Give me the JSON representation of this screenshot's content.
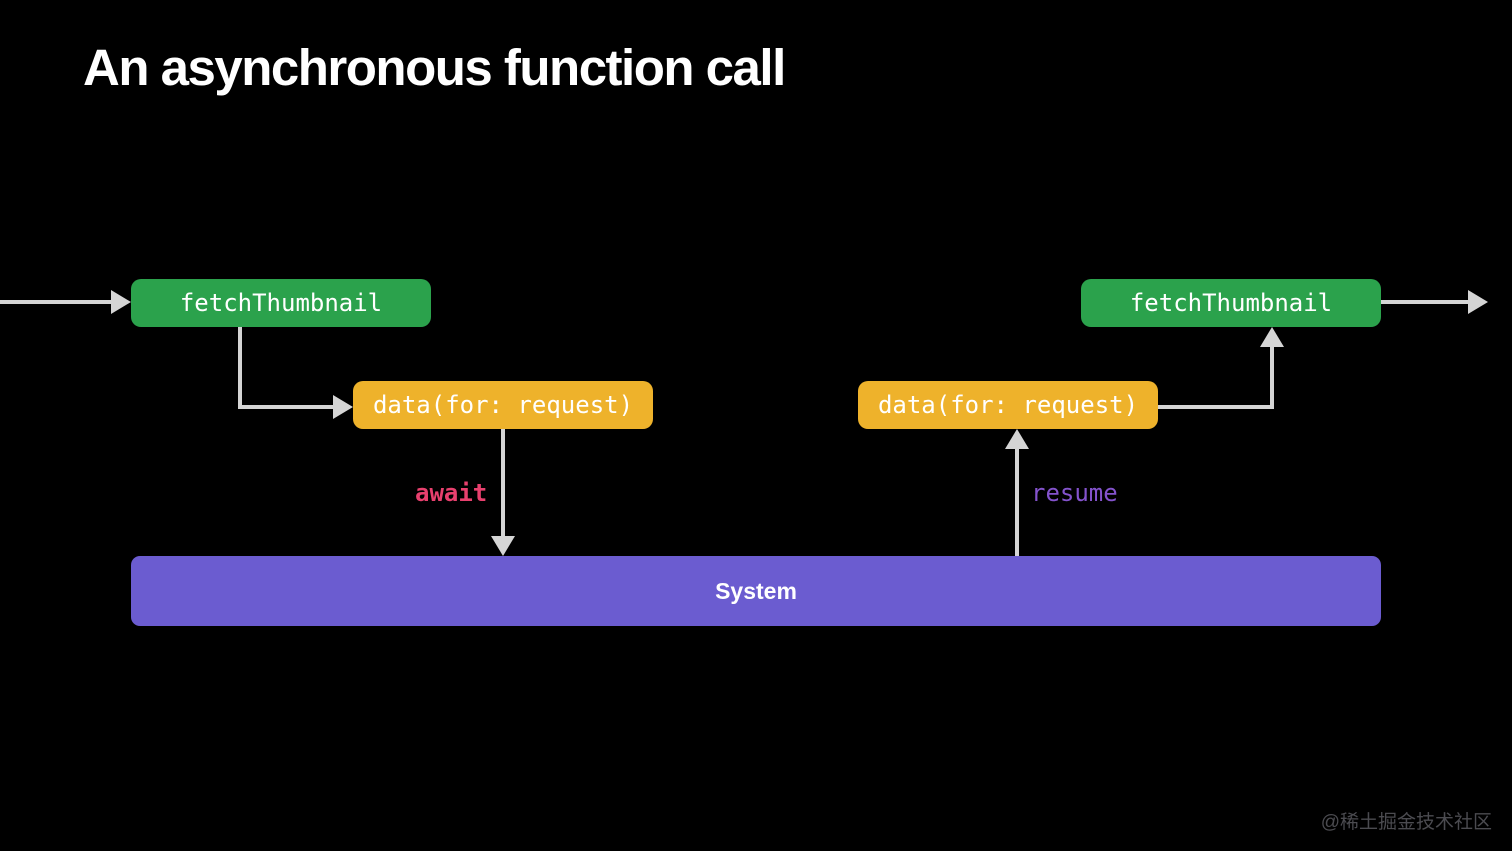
{
  "slide": {
    "title": "An asynchronous function call",
    "watermark": "@稀土掘金技术社区"
  },
  "diagram": {
    "caller_in": {
      "label": "fetchThumbnail"
    },
    "call_out": {
      "label": "data(for: request)"
    },
    "suspend": {
      "label": "await"
    },
    "system": {
      "label": "System"
    },
    "resume": {
      "label": "resume"
    },
    "call_back": {
      "label": "data(for: request)"
    },
    "caller_back": {
      "label": "fetchThumbnail"
    }
  },
  "colors": {
    "background": "#000000",
    "function_box": "#2ba24c",
    "call_box": "#eeb22b",
    "system_bar": "#6b5cd0",
    "await_label": "#e8406e",
    "resume_label": "#8453cd",
    "arrow": "#d5d5d5",
    "text": "#ffffff",
    "watermark": "#4b4b50"
  }
}
